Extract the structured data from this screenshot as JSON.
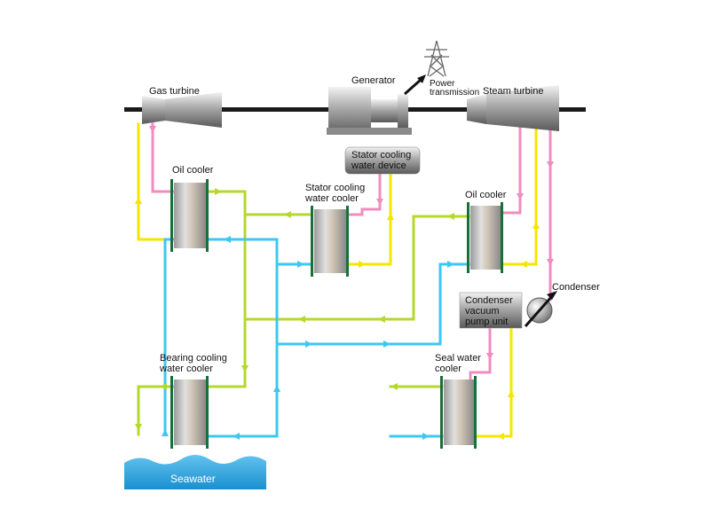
{
  "labels": {
    "gas_turbine": "Gas turbine",
    "generator": "Generator",
    "power_transmission": "Power\ntransmission",
    "steam_turbine": "Steam turbine",
    "stator_cooling_water_device": "Stator cooling\nwater device",
    "oil_cooler_left": "Oil cooler",
    "stator_cooling_water_cooler": "Stator cooling\nwater cooler",
    "oil_cooler_right": "Oil cooler",
    "condenser": "Condenser",
    "condenser_vacuum_pump_unit": "Condenser\nvacuum\npump unit",
    "bearing_cooling_water_cooler": "Bearing cooling\nwater cooler",
    "seal_water_cooler": "Seal water\ncooler",
    "seawater": "Seawater"
  },
  "icons": {
    "transmission_tower": "transmission-tower-icon"
  },
  "colors": {
    "hot_oil_pink": "#f08cc0",
    "yellow": "#f5e600",
    "yellow_green": "#b4d82c",
    "cyan": "#3cc8f0",
    "seawater": "#1fa0dc",
    "cooler_plate": "#1a6e38",
    "shaft": "#1a1a1a"
  }
}
